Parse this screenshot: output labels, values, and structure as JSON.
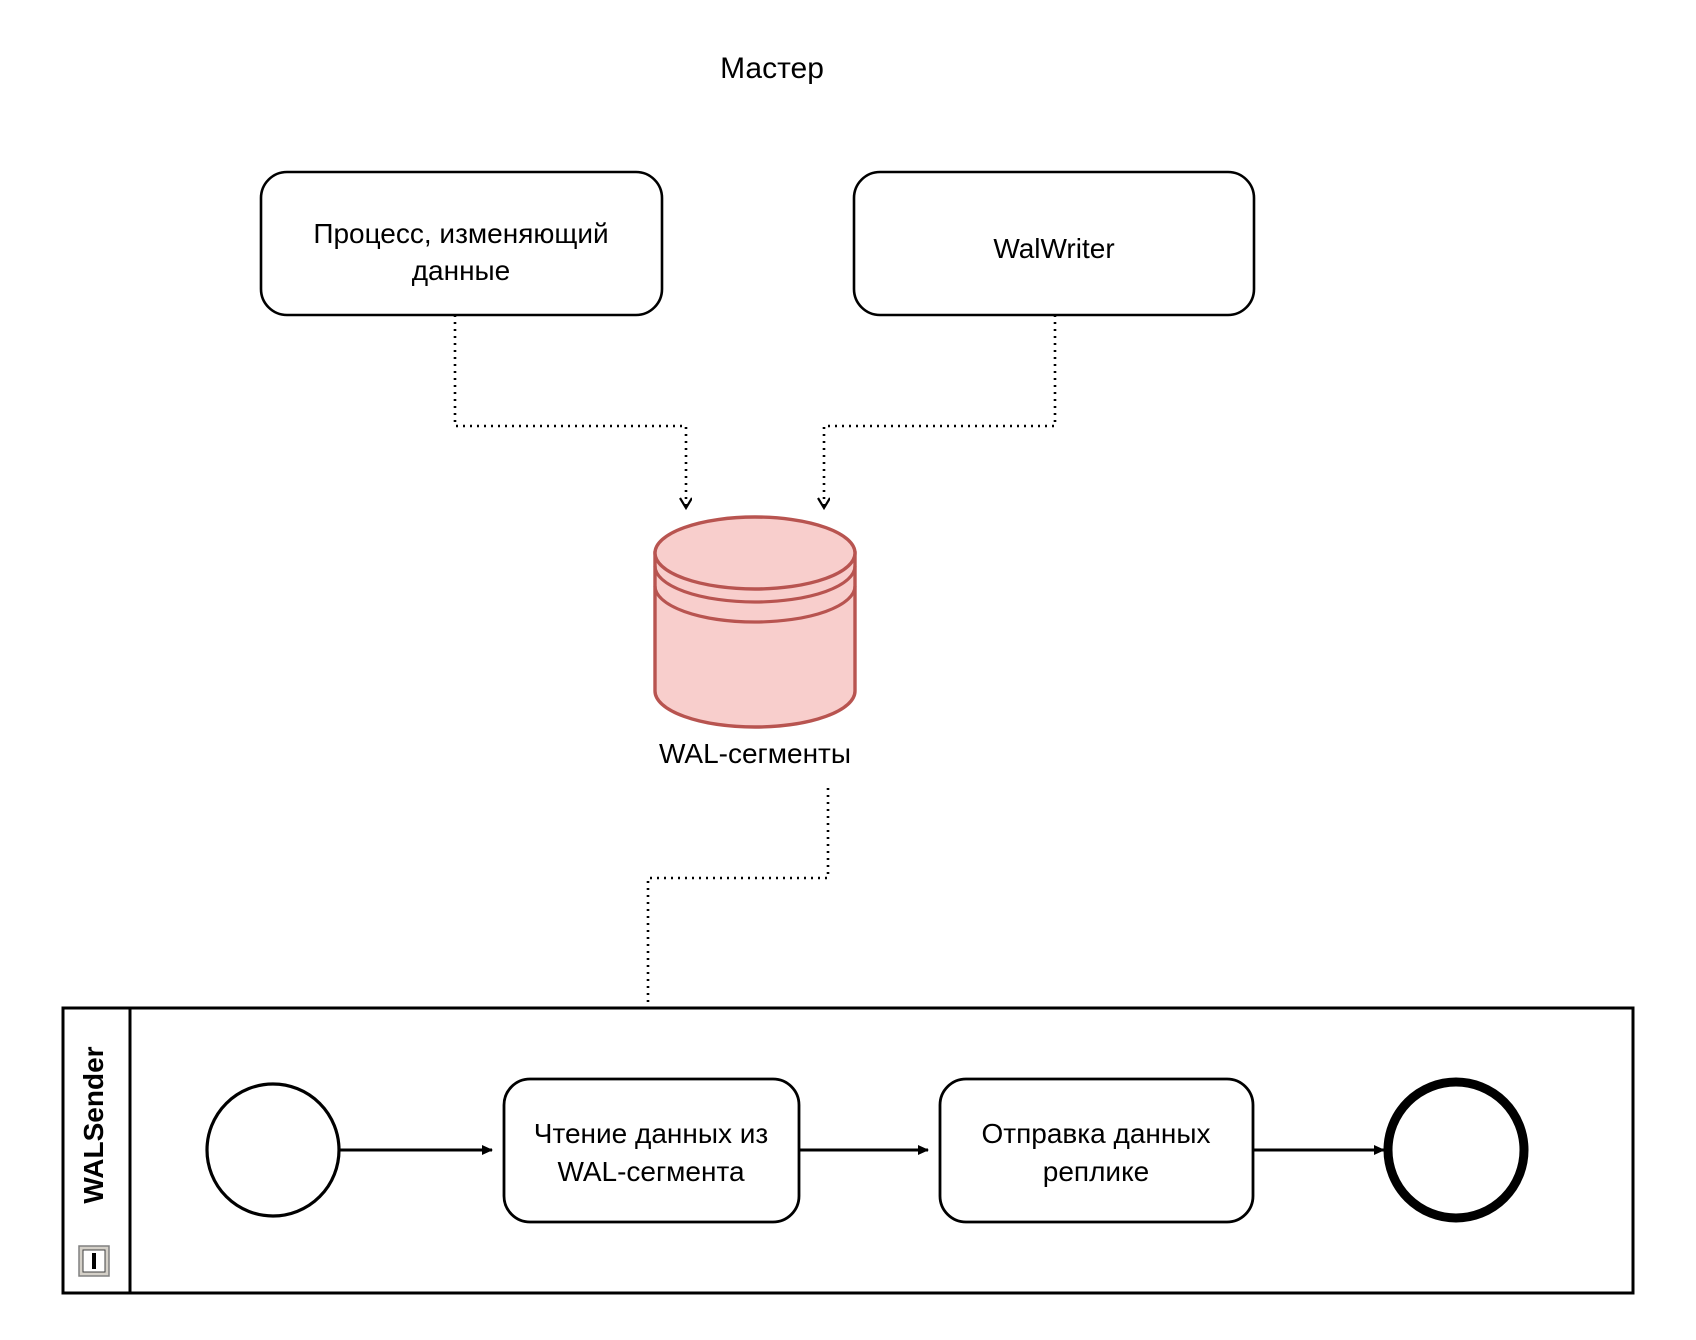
{
  "diagram": {
    "title": "Мастер",
    "type": "bpmn-process-diagram",
    "colors": {
      "stroke": "#000000",
      "background": "#ffffff",
      "datastore_fill": "#F8CECC",
      "datastore_stroke": "#B85450"
    },
    "top_nodes": [
      {
        "id": "process-changing-data",
        "label_line1": "Процесс, изменяющий",
        "label_line2": "данные",
        "shape": "rounded-rect"
      },
      {
        "id": "walwriter",
        "label_line1": "WalWriter",
        "label_line2": "",
        "shape": "rounded-rect"
      }
    ],
    "datastore": {
      "id": "wal-segments",
      "label": "WAL-сегменты",
      "shape": "cylinder"
    },
    "lane": {
      "id": "walsender-lane",
      "label": "WALSender",
      "icon": "lane-marker-icon"
    },
    "flow": {
      "start_event": {
        "id": "start-event",
        "label": ""
      },
      "tasks": [
        {
          "id": "read-wal-segment",
          "label_line1": "Чтение данных из",
          "label_line2": "WAL-сегмента"
        },
        {
          "id": "send-data-to-replica",
          "label_line1": "Отправка данных",
          "label_line2": "реплике"
        }
      ],
      "end_event": {
        "id": "end-event",
        "label": ""
      }
    },
    "connectors": [
      {
        "id": "conn-process-to-wal",
        "style": "dotted",
        "from": "process-changing-data",
        "to": "wal-segments"
      },
      {
        "id": "conn-walwriter-to-wal",
        "style": "dotted",
        "from": "walwriter",
        "to": "wal-segments"
      },
      {
        "id": "conn-wal-to-read",
        "style": "dotted",
        "from": "wal-segments",
        "to": "read-wal-segment"
      },
      {
        "id": "conn-start-to-read",
        "style": "solid",
        "from": "start-event",
        "to": "read-wal-segment"
      },
      {
        "id": "conn-read-to-send",
        "style": "solid",
        "from": "read-wal-segment",
        "to": "send-data-to-replica"
      },
      {
        "id": "conn-send-to-end",
        "style": "solid",
        "from": "send-data-to-replica",
        "to": "end-event"
      }
    ]
  }
}
